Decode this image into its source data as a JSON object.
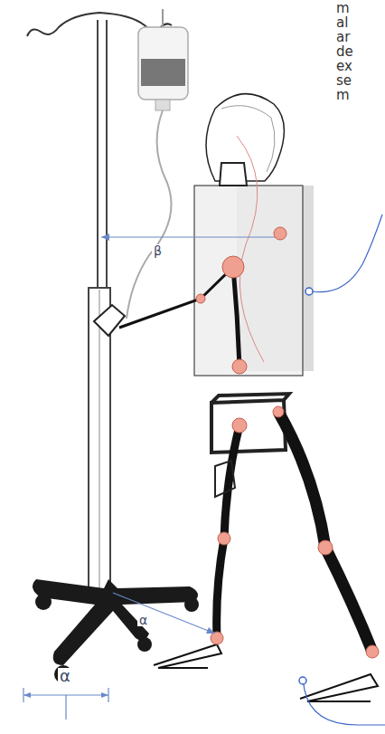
{
  "diagram": {
    "labels": [
      "β",
      "α",
      "α",
      "m",
      "al",
      "ar",
      "de",
      "ex",
      "se",
      "m"
    ]
  }
}
